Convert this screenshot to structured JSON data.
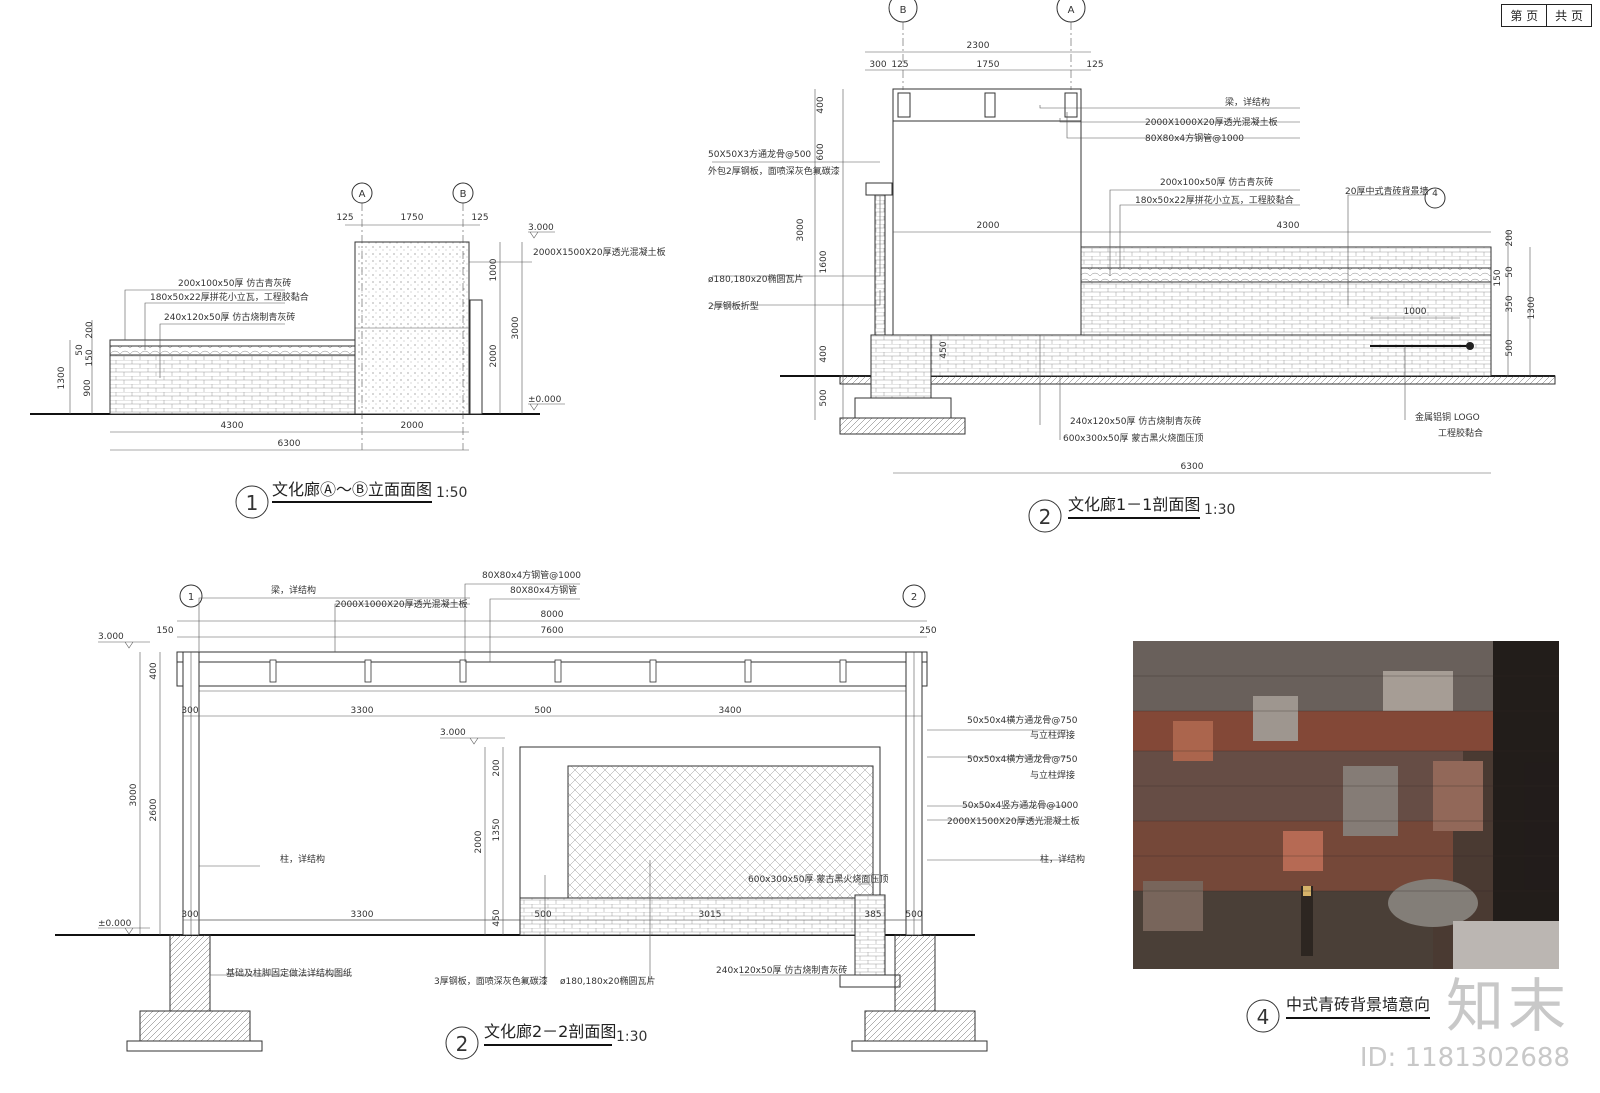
{
  "header": {
    "page_label": "第  页",
    "total_label": "共  页"
  },
  "drawing1": {
    "grid_a": "A",
    "grid_b": "B",
    "dims_top": [
      "125",
      "1750",
      "125"
    ],
    "dims_bottom": [
      "4300",
      "2000",
      "6300"
    ],
    "dims_left": [
      "200",
      "50",
      "150",
      "1300",
      "900"
    ],
    "dims_right": [
      "1000",
      "3000",
      "2000"
    ],
    "level_top": "3.000",
    "level_zero": "±0.000",
    "notes": [
      "200x100x50厚 仿古青灰砖",
      "180x50x22厚拼花小立瓦，工程胶黏合",
      "240x120x50厚 仿古烧制青灰砖",
      "2000X1500X20厚透光混凝土板"
    ],
    "title": "文化廊Ⓐ～Ⓑ立面面图",
    "num": "1",
    "scale": "1:50"
  },
  "drawing2": {
    "grid_b": "B",
    "grid_a": "A",
    "dims_top": [
      "2300",
      "300",
      "125",
      "1750",
      "125"
    ],
    "dims_mid": [
      "2000",
      "4300",
      "1000"
    ],
    "dims_bottom": "6300",
    "dims_left": [
      "400",
      "600",
      "3000",
      "1600",
      "400",
      "500",
      "450"
    ],
    "dims_right": [
      "200",
      "150",
      "50",
      "350",
      "1300",
      "500"
    ],
    "notes": [
      "梁，详结构",
      "2000X1000X20厚透光混凝土板",
      "80X80x4方钢管@1000",
      "50X50X3方通龙骨@500",
      "外包2厚钢板，面喷深灰色氟碳漆",
      "200x100x50厚 仿古青灰砖",
      "180x50x22厚拼花小立瓦，工程胶黏合",
      "20厚中式青砖背景墙",
      "ø180,180x20椭圆瓦片",
      "2厚钢板折型",
      "240x120x50厚 仿古烧制青灰砖",
      "600x300x50厚 蒙古黑火烧面压顶",
      "金属铝铜 LOGO",
      "工程胶黏合"
    ],
    "detail_ref": "4",
    "title": "文化廊1－1剖面图",
    "num": "2",
    "scale": "1:30"
  },
  "drawing3": {
    "grid_1": "1",
    "grid_2": "2",
    "dims_top": [
      "8000",
      "7600",
      "150",
      "250"
    ],
    "dims_mid": [
      "300",
      "3300",
      "500",
      "3400",
      "300",
      "3300",
      "500",
      "3015",
      "385",
      "500"
    ],
    "dims_left": [
      "400",
      "3000",
      "2600"
    ],
    "dims_inner": [
      "200",
      "1350",
      "2000",
      "450"
    ],
    "level_top": "3.000",
    "level_mid": "3.000",
    "level_zero": "±0.000",
    "notes": [
      "梁，详结构",
      "2000X1000X20厚透光混凝土板",
      "80X80x4方钢管@1000",
      "80X80x4方钢管",
      "50x50x4横方通龙骨@750",
      "与立柱焊接",
      "50x50x4横方通龙骨@750",
      "与立柱焊接",
      "50x50x4竖方通龙骨@1000",
      "2000X1500X20厚透光混凝土板",
      "柱，详结构",
      "柱，详结构",
      "600x300x50厚 蒙古黑火烧面压顶",
      "240x120x50厚 仿古烧制青灰砖",
      "基础及柱脚固定做法详结构图纸",
      "3厚钢板，面喷深灰色氟碳漆",
      "ø180,180x20椭圆瓦片"
    ],
    "title": "文化廊2－2剖面图",
    "num": "2",
    "scale": "1:30"
  },
  "drawing4": {
    "title": "中式青砖背景墙意向",
    "num": "4"
  },
  "watermark": {
    "logo": "知末",
    "id": "ID: 1181302688"
  }
}
